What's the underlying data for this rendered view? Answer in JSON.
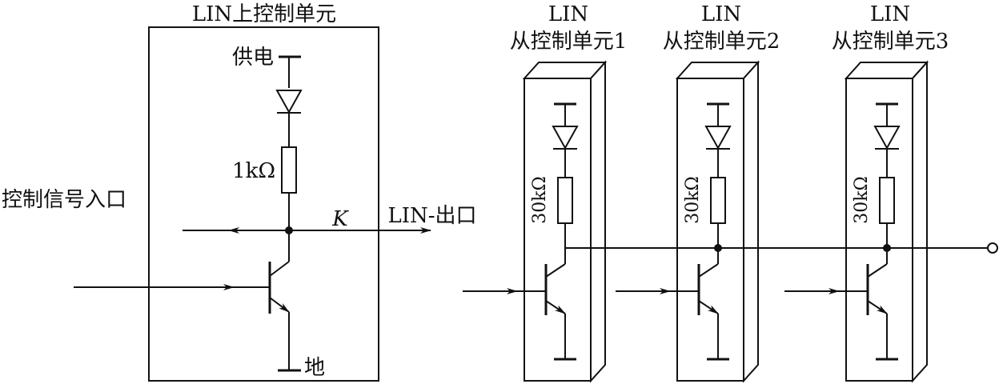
{
  "master": {
    "title": "LIN上控制单元",
    "supply_label": "供电",
    "resistor_label": "1kΩ",
    "ground_label": "地",
    "input_label": "控制信号入口",
    "node_label": "K",
    "output_label": "LIN-出口"
  },
  "slaves": [
    {
      "title_line1": "LIN",
      "title_line2": "从控制单元1",
      "resistor_label": "30kΩ"
    },
    {
      "title_line1": "LIN",
      "title_line2": "从控制单元2",
      "resistor_label": "30kΩ"
    },
    {
      "title_line1": "LIN",
      "title_line2": "从控制单元3",
      "resistor_label": "30kΩ"
    }
  ]
}
